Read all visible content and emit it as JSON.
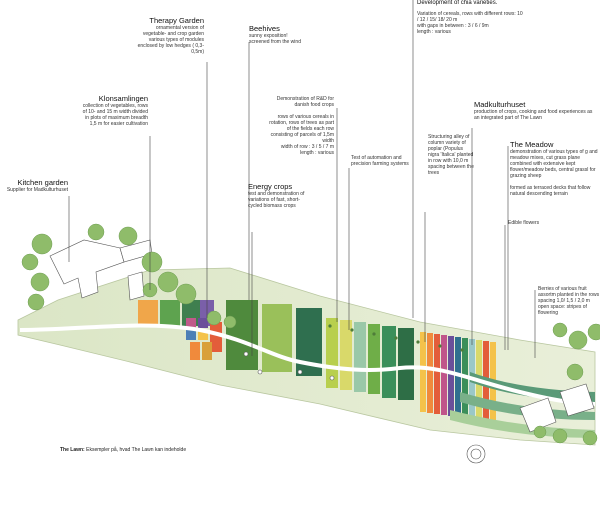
{
  "annotations": {
    "development": {
      "title": "Development of chia varieties.",
      "body": "Variation of cereals, rows with different rows:  10 / 12 / 15/ 18/ 20 m\nwith gaps in between : 3 / 6 / 9m\nlength : various"
    },
    "therapy": {
      "title": "Therapy Garden",
      "body": "ornamental version of vegetable- and crop garden various types of modules enclosed by low hedges ( 0,3-0,5m)"
    },
    "beehives": {
      "title": "Beehives",
      "body": "sunny exposition!\nscreened from the wind"
    },
    "klonsamlingen": {
      "title": "Klonsamlingen",
      "body": "collection of vegetables, rows of 10- and 15 m width divided in plots of maximum breadth 1,5 m for easier cultivation"
    },
    "kitchen": {
      "title": "Kitchen garden",
      "body": "Supplier for Madkulturhuset"
    },
    "rd": {
      "title": "",
      "body": "Demonstration of R&D for danish food crops\n\nrows of various cereals in rotation, rows of trees as part of the fields each row consisting of parcels of 1,5m width\nwidth  of row : 3 / 5 / 7 m\nlength : various"
    },
    "automation": {
      "title": "",
      "body": "Test of automation and precision farming systems"
    },
    "energy": {
      "title": "Energy crops",
      "body": "test and demonstration of variations of fast, short-cycled biomass crops"
    },
    "alley": {
      "title": "",
      "body": "Structuring alley of column variety of poplar (Populus nigra 'Italica' planted in row with 10,0 m spacing between the trees"
    },
    "madkultur": {
      "title": "Madkulturhuset",
      "body": "production of crops, cooking and  food experiences  as an integrated part of The Lawn"
    },
    "meadow": {
      "title": "The Meadow",
      "body": "demonstration of various types of g and meadow mixes, cut grass plane combined with extensive kept flower/meadow beds, central grassl for grazing sheep\n\nformed as terraced decks that follow natural descending terrain"
    },
    "edible": {
      "title": "",
      "body": "Edible flowers"
    },
    "berries": {
      "title": "",
      "body": "Berries of various fruit assortm planted in the rows\nspacing 1,0/ 1,5 / 2,0 m\nopen space: stripes of flowering"
    }
  },
  "caption": {
    "bold": "The Lawn:",
    "text": " Eksempler på, hvad The Lawn kan indeholde"
  },
  "colors": {
    "lawn": "#e4ecd2",
    "path": "#ffffff",
    "tree": "#8fbc6a",
    "building": "#ffffff",
    "rows": [
      "#e35d3a",
      "#f08a3c",
      "#f4c24a",
      "#b8cf4e",
      "#6fae48",
      "#3b8f5a",
      "#2f6f8f",
      "#6a4f9a",
      "#c0558a",
      "#8c6a3a",
      "#d9d96a",
      "#9ac8c8"
    ]
  }
}
